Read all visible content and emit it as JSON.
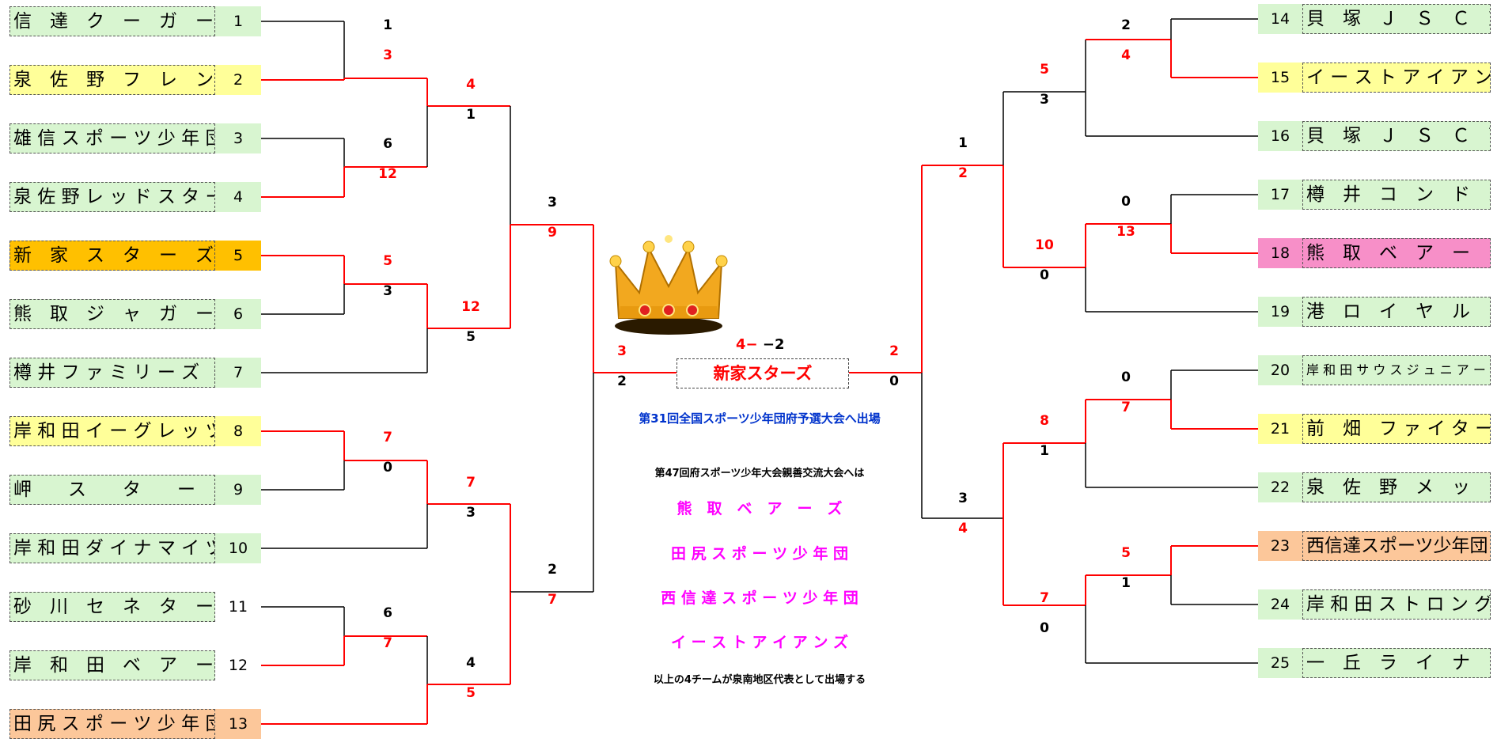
{
  "colors": {
    "green": "#d8f5d0",
    "yellow": "#ffff99",
    "orange": "#ffc000",
    "pink": "#f78fc8",
    "peach": "#fcc79a",
    "win": "#ff0000",
    "lose": "#000000",
    "blue": "#0033cc",
    "magenta": "#ff00ff"
  },
  "chart_data": {
    "type": "table",
    "left_teams": [
      {
        "seed": "1",
        "name": "信　達　ク　ー　ガ　ー　ズ",
        "fill": "green",
        "seedfill": true
      },
      {
        "seed": "2",
        "name": "泉　佐　野　フ　レ　ン　ズ",
        "fill": "yellow",
        "seedfill": true
      },
      {
        "seed": "3",
        "name": "雄 信 ス ポ ー ツ 少 年 団",
        "fill": "green",
        "seedfill": true
      },
      {
        "seed": "4",
        "name": "泉 佐 野 レ ッ ド ス タ ー ズ",
        "fill": "green",
        "seedfill": true
      },
      {
        "seed": "5",
        "name": "新　家　ス　タ　ー　ズ",
        "fill": "orange",
        "seedfill": true
      },
      {
        "seed": "6",
        "name": "熊　取　ジ　ャ　ガ　ー　ズ",
        "fill": "green",
        "seedfill": true
      },
      {
        "seed": "7",
        "name": "樽 井 フ ァ ミ リ ー ズ",
        "fill": "green",
        "seedfill": true
      },
      {
        "seed": "8",
        "name": "岸 和 田 イ ー グ レ ッ ツ",
        "fill": "yellow",
        "seedfill": true
      },
      {
        "seed": "9",
        "name": "岬　　ス　　タ　　ー　　ズ",
        "fill": "green",
        "seedfill": true
      },
      {
        "seed": "10",
        "name": "岸 和 田 ダ イ ナ マ イ ツ",
        "fill": "green",
        "seedfill": true
      },
      {
        "seed": "11",
        "name": "砂　川　セ　ネ　タ　ー　ズ",
        "fill": "green",
        "seedfill": false
      },
      {
        "seed": "12",
        "name": "岸　和　田　ベ　ア　ー　ズ",
        "fill": "green",
        "seedfill": false
      },
      {
        "seed": "13",
        "name": "田 尻 ス ポ ー ツ 少 年 団",
        "fill": "peach",
        "seedfill": true
      }
    ],
    "right_teams": [
      {
        "seed": "14",
        "name": "貝　塚　Ｊ　Ｓ　Ｃ　東　地　区",
        "fill": "green"
      },
      {
        "seed": "15",
        "name": "イ ー ス ト ア イ ア ン ズ",
        "fill": "yellow"
      },
      {
        "seed": "16",
        "name": "貝　塚　Ｊ　Ｓ　Ｃ　西　地　区",
        "fill": "green"
      },
      {
        "seed": "17",
        "name": "樽　井　コ　ン　ド　ル",
        "fill": "green"
      },
      {
        "seed": "18",
        "name": "熊　取　ベ　ア　ー　ズ",
        "fill": "pink"
      },
      {
        "seed": "19",
        "name": "港　ロ　イ　ヤ　ル　ズ",
        "fill": "green"
      },
      {
        "seed": "20",
        "name": "岸 和 田 サ ウ ス ジ ュ ニ ア ー ズ",
        "fill": "green",
        "small": true
      },
      {
        "seed": "21",
        "name": "前　畑　フ ァ イ タ ー ズ",
        "fill": "yellow"
      },
      {
        "seed": "22",
        "name": "泉　佐　野　メ　ッ　ツ",
        "fill": "green"
      },
      {
        "seed": "23",
        "name": "西信達スポーツ少年団",
        "fill": "peach"
      },
      {
        "seed": "24",
        "name": "岸 和 田 ス ト ロ ン グ ス",
        "fill": "green"
      },
      {
        "seed": "25",
        "name": "一　丘　ラ　イ　ナ　ー　ズ",
        "fill": "green"
      }
    ],
    "scores": [
      {
        "v": "1",
        "c": "blk"
      },
      {
        "v": "3",
        "c": "red"
      },
      {
        "v": "6",
        "c": "blk"
      },
      {
        "v": "12",
        "c": "red"
      },
      {
        "v": "5",
        "c": "red"
      },
      {
        "v": "3",
        "c": "blk"
      },
      {
        "v": "7",
        "c": "red"
      },
      {
        "v": "0",
        "c": "blk"
      },
      {
        "v": "6",
        "c": "blk"
      },
      {
        "v": "7",
        "c": "red"
      },
      {
        "v": "4",
        "c": "red"
      },
      {
        "v": "1",
        "c": "blk"
      },
      {
        "v": "12",
        "c": "red"
      },
      {
        "v": "5",
        "c": "blk"
      },
      {
        "v": "7",
        "c": "red"
      },
      {
        "v": "3",
        "c": "blk"
      },
      {
        "v": "4",
        "c": "blk"
      },
      {
        "v": "5",
        "c": "red"
      },
      {
        "v": "3",
        "c": "blk"
      },
      {
        "v": "9",
        "c": "red"
      },
      {
        "v": "2",
        "c": "blk"
      },
      {
        "v": "7",
        "c": "red"
      },
      {
        "v": "3",
        "c": "red"
      },
      {
        "v": "2",
        "c": "blk"
      },
      {
        "v": "2",
        "c": "blk"
      },
      {
        "v": "4",
        "c": "red"
      },
      {
        "v": "0",
        "c": "blk"
      },
      {
        "v": "13",
        "c": "red"
      },
      {
        "v": "0",
        "c": "blk"
      },
      {
        "v": "7",
        "c": "red"
      },
      {
        "v": "5",
        "c": "red"
      },
      {
        "v": "1",
        "c": "blk"
      },
      {
        "v": "5",
        "c": "red"
      },
      {
        "v": "3",
        "c": "blk"
      },
      {
        "v": "10",
        "c": "red"
      },
      {
        "v": "0",
        "c": "blk"
      },
      {
        "v": "8",
        "c": "red"
      },
      {
        "v": "1",
        "c": "blk"
      },
      {
        "v": "7",
        "c": "red"
      },
      {
        "v": "0",
        "c": "blk"
      },
      {
        "v": "1",
        "c": "blk"
      },
      {
        "v": "2",
        "c": "red"
      },
      {
        "v": "3",
        "c": "blk"
      },
      {
        "v": "4",
        "c": "red"
      },
      {
        "v": "2",
        "c": "red"
      },
      {
        "v": "0",
        "c": "blk"
      }
    ],
    "final": {
      "left_score": "4",
      "right_score": "2",
      "dash": "−",
      "winner": "新家スターズ"
    }
  },
  "notes": {
    "qualify_line": "第31回全国スポーツ少年団府予選大会へ出場",
    "exchange_line": "第47回府スポーツ少年大会親善交流大会へは",
    "teams": [
      "熊　取　ベ　ア　ー　ズ",
      "田 尻 ス ポ ー ツ 少 年 団",
      "西 信 達 ス ポ ー ツ 少 年 団",
      "イ ー ス ト ア イ ア ン ズ"
    ],
    "footer": "以上の4チームが泉南地区代表として出場する"
  }
}
